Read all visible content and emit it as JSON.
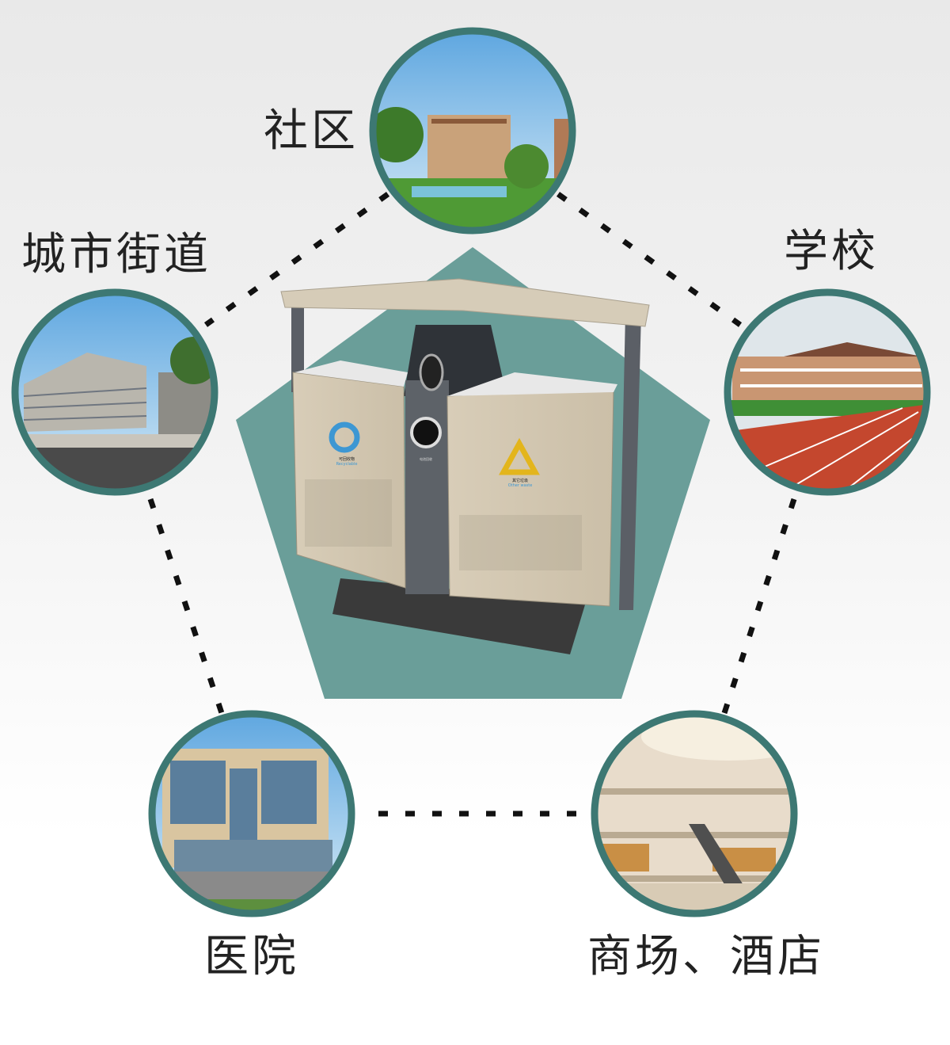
{
  "colors": {
    "ring": "#3d7873",
    "pentagon": "#6a9e99",
    "dots": "#111111"
  },
  "scenes": [
    {
      "id": "community",
      "label": "社区"
    },
    {
      "id": "street",
      "label": "城市街道"
    },
    {
      "id": "school",
      "label": "学校"
    },
    {
      "id": "hospital",
      "label": "医院"
    },
    {
      "id": "mall",
      "label": "商场、酒店"
    }
  ],
  "product": {
    "left_bin_label_cn": "可回收物",
    "left_bin_label_en": "Recyclable",
    "right_bin_label_cn": "其它垃圾",
    "right_bin_label_en": "Other waste",
    "center_label_cn": "电池回收"
  }
}
